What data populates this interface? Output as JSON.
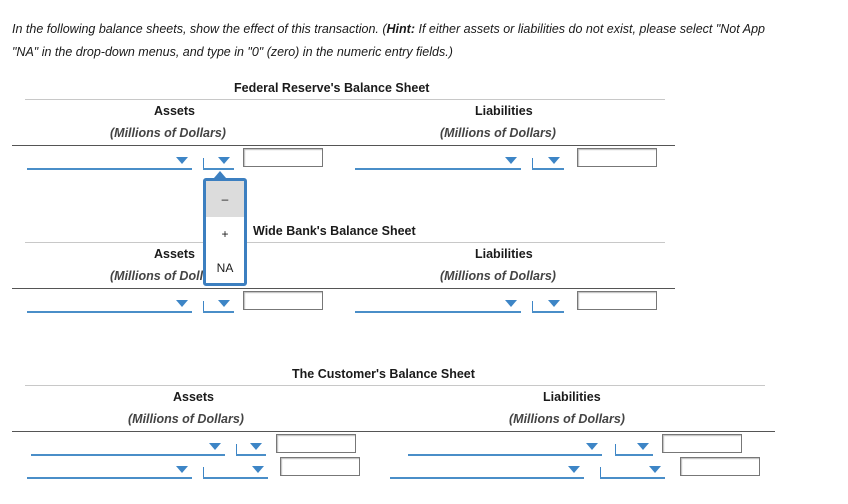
{
  "instructions": {
    "line1_pre": "In the following balance sheets, show the effect of this transaction. (",
    "line1_hint": "Hint:",
    "line1_post": " If either assets or liabilities do not exist, please select \"Not App",
    "line2": "\"NA\" in the drop-down menus, and type in \"0\" (zero) in the numeric entry fields.)"
  },
  "fed": {
    "title": "Federal Reserve's Balance Sheet",
    "assets": "Assets",
    "assets_sub": "(Millions of Dollars)",
    "liabilities": "Liabilities",
    "liabilities_sub": "(Millions of Dollars)"
  },
  "bank": {
    "title": "Wide Bank's Balance Sheet",
    "assets": "Assets",
    "assets_sub": "(Millions of Dollars)",
    "liabilities": "Liabilities",
    "liabilities_sub": "(Millions of Dollars)"
  },
  "customer": {
    "title": "The Customer's Balance Sheet",
    "assets": "Assets",
    "assets_sub": "(Millions of Dollars)",
    "liabilities": "Liabilities",
    "liabilities_sub": "(Millions of Dollars)"
  },
  "sign_menu": {
    "options": [
      "–",
      "+",
      "NA"
    ]
  },
  "colors": {
    "accent": "#3d85c6"
  }
}
